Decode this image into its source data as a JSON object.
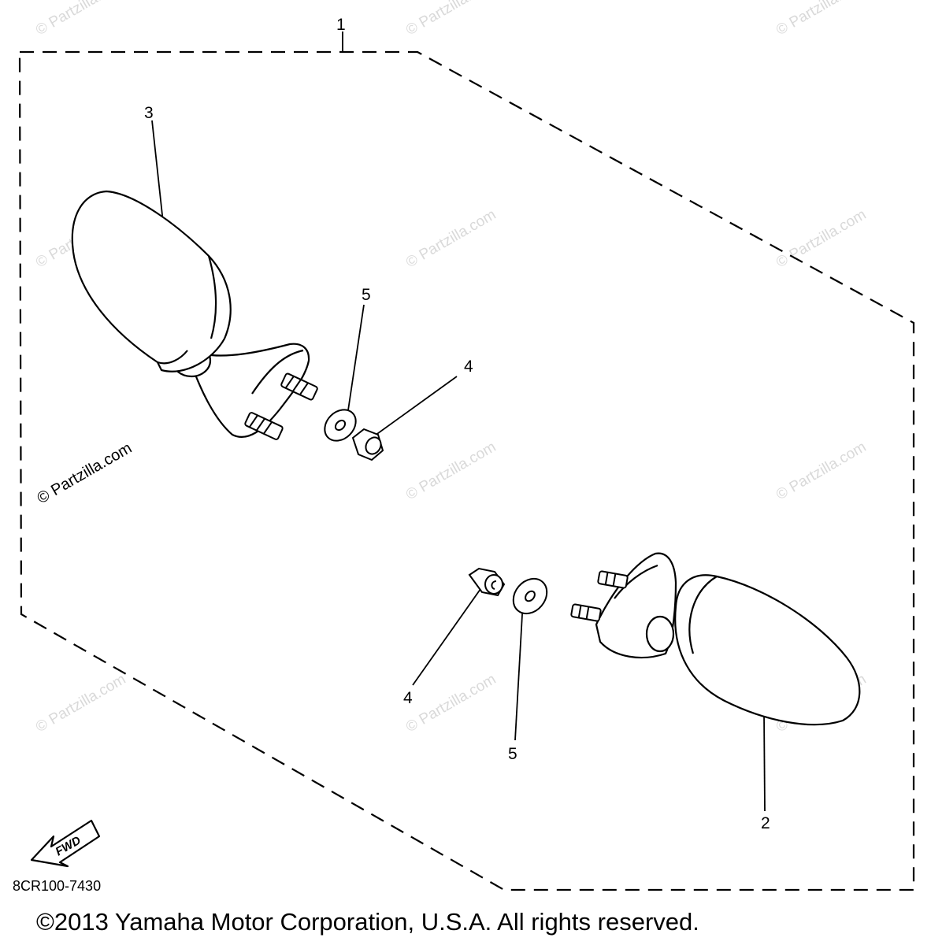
{
  "diagram": {
    "callouts": {
      "assembly": "1",
      "right_mirror": "2",
      "left_mirror": "3",
      "nut_upper": "4",
      "nut_lower": "4",
      "washer_upper": "5",
      "washer_lower": "5"
    },
    "fwd_arrow_text": "FWD",
    "diagram_code": "8CR100-7430",
    "watermark": "© Partzilla.com",
    "copyright": "©2013 Yamaha Motor Corporation, U.S.A. All rights reserved."
  }
}
